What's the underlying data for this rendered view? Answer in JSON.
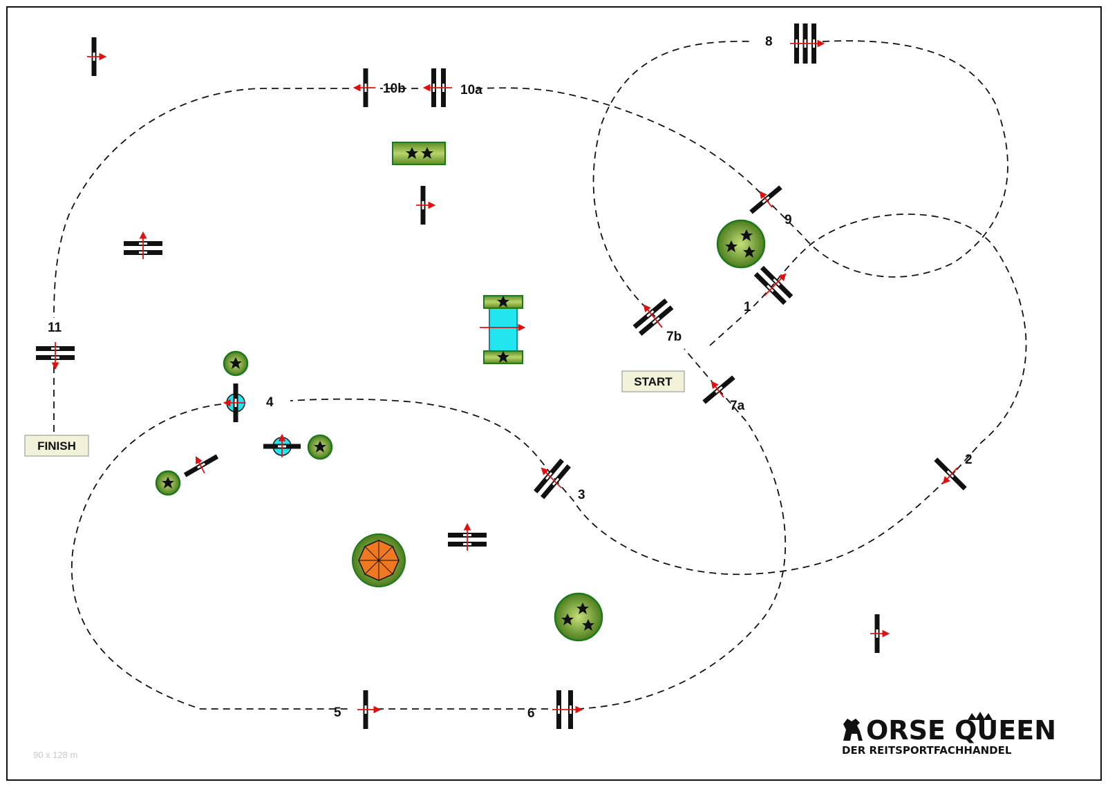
{
  "course": {
    "dimensions": "90 x 128 m",
    "start_label": "START",
    "finish_label": "FINISH",
    "obstacles": [
      {
        "key": "1",
        "label": "1",
        "type": "oxer",
        "icon": "oxer-jump-icon"
      },
      {
        "key": "2",
        "label": "2",
        "type": "vertical",
        "icon": "vertical-jump-icon"
      },
      {
        "key": "3",
        "label": "3",
        "type": "oxer",
        "icon": "oxer-jump-icon"
      },
      {
        "key": "4",
        "label": "4",
        "type": "vertical",
        "icon": "vertical-jump-icon"
      },
      {
        "key": "5",
        "label": "5",
        "type": "vertical",
        "icon": "vertical-jump-icon"
      },
      {
        "key": "6",
        "label": "6",
        "type": "oxer",
        "icon": "oxer-jump-icon"
      },
      {
        "key": "7a",
        "label": "7a",
        "type": "vertical",
        "icon": "vertical-jump-icon"
      },
      {
        "key": "7b",
        "label": "7b",
        "type": "oxer",
        "icon": "oxer-jump-icon"
      },
      {
        "key": "8",
        "label": "8",
        "type": "triple-bar",
        "icon": "triple-bar-jump-icon"
      },
      {
        "key": "9",
        "label": "9",
        "type": "vertical",
        "icon": "vertical-jump-icon"
      },
      {
        "key": "10a",
        "label": "10a",
        "type": "oxer",
        "icon": "oxer-jump-icon"
      },
      {
        "key": "10b",
        "label": "10b",
        "type": "vertical",
        "icon": "vertical-jump-icon"
      },
      {
        "key": "11",
        "label": "11",
        "type": "oxer",
        "icon": "oxer-jump-icon"
      }
    ]
  },
  "brand": {
    "name": "HORSE QUEEN",
    "name_tail": "ORSE QUEEN",
    "tagline": "DER REITSPORTFACHHANDEL"
  },
  "colors": {
    "route": "#111111",
    "direction_arrow": "#e01010",
    "water": "#22e5f0",
    "tree": "#7cae3a",
    "umbrella": "#f07820",
    "label_box": "#f2f2d8"
  }
}
